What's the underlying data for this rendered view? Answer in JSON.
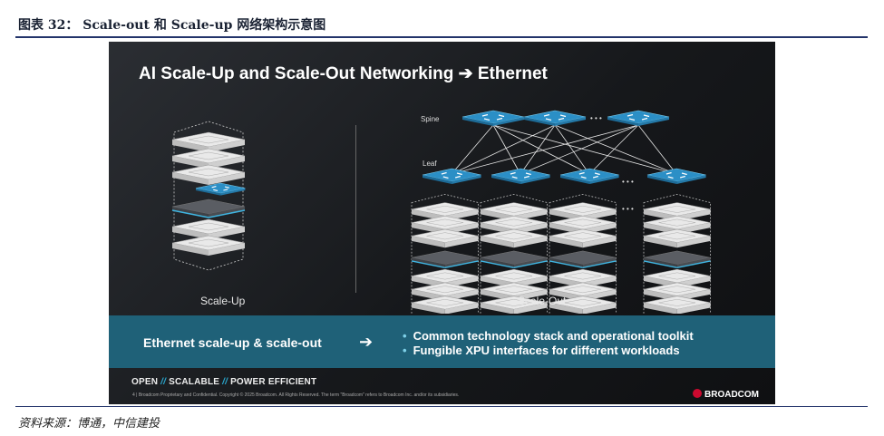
{
  "figure": {
    "title": "图表 32： Scale-out 和 Scale-up 网络架构示意图",
    "source": "资料来源：博通，中信建投"
  },
  "slide": {
    "title": "AI Scale-Up and Scale-Out Networking ➔ Ethernet",
    "scale_up_label": "Scale-Up",
    "scale_out_label": "Scale-Out",
    "spine_label": "Spine",
    "leaf_label": "Leaf",
    "ellipsis": "• • •",
    "band": {
      "left_text": "Ethernet scale-up & scale-out",
      "arrow": "➔",
      "bullets": [
        "Common technology stack and operational toolkit",
        "Fungible XPU interfaces for different workloads"
      ]
    },
    "tagline": {
      "part1": "OPEN",
      "sep": "//",
      "part2": "SCALABLE",
      "part3": "POWER EFFICIENT"
    },
    "footnote": "4  |  Broadcom Proprietary and Confidential.  Copyright © 2025 Broadcom.  All Rights Reserved. The term \"Broadcom\" refers to Broadcom Inc. and/or its subsidiaries.",
    "brand": "BROADCOM",
    "colors": {
      "accent": "#2aa8d0",
      "band": "#1f6178",
      "switch": "#2b8fc6",
      "brand_red": "#cc092f"
    }
  }
}
